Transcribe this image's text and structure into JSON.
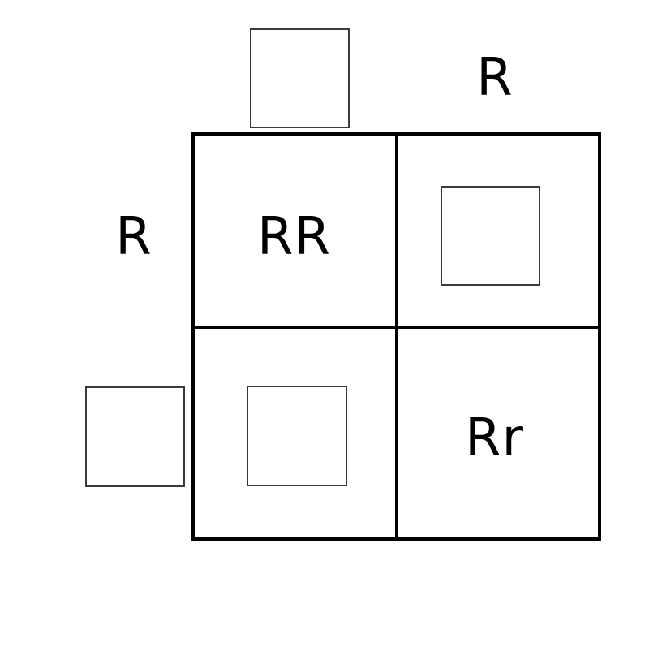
{
  "punnett_square": {
    "column_headers": [
      "",
      "R"
    ],
    "row_headers": [
      "R",
      ""
    ],
    "cells": [
      [
        "RR",
        ""
      ],
      [
        "",
        "Rr"
      ]
    ]
  },
  "colors": {
    "line": "#000000",
    "blank_box_border": "#3a3a3a",
    "background": "#ffffff"
  }
}
